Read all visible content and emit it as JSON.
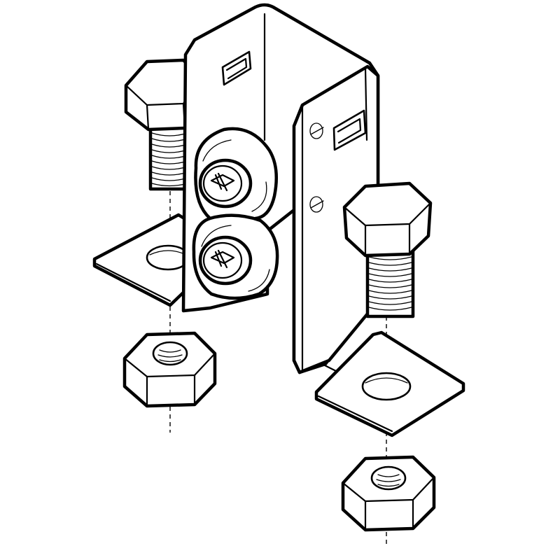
{
  "diagram": {
    "kind": "exploded line-art assembly",
    "line_color": "#000000",
    "background": "#ffffff",
    "parts": [
      "hex-bolt-left",
      "hex-bolt-right",
      "u-bracket",
      "foot-plate-left",
      "foot-plate-right",
      "washer-plate-upper",
      "washer-plate-lower",
      "phillips-screw-upper",
      "phillips-screw-lower",
      "hex-nut-left",
      "hex-nut-right"
    ]
  }
}
